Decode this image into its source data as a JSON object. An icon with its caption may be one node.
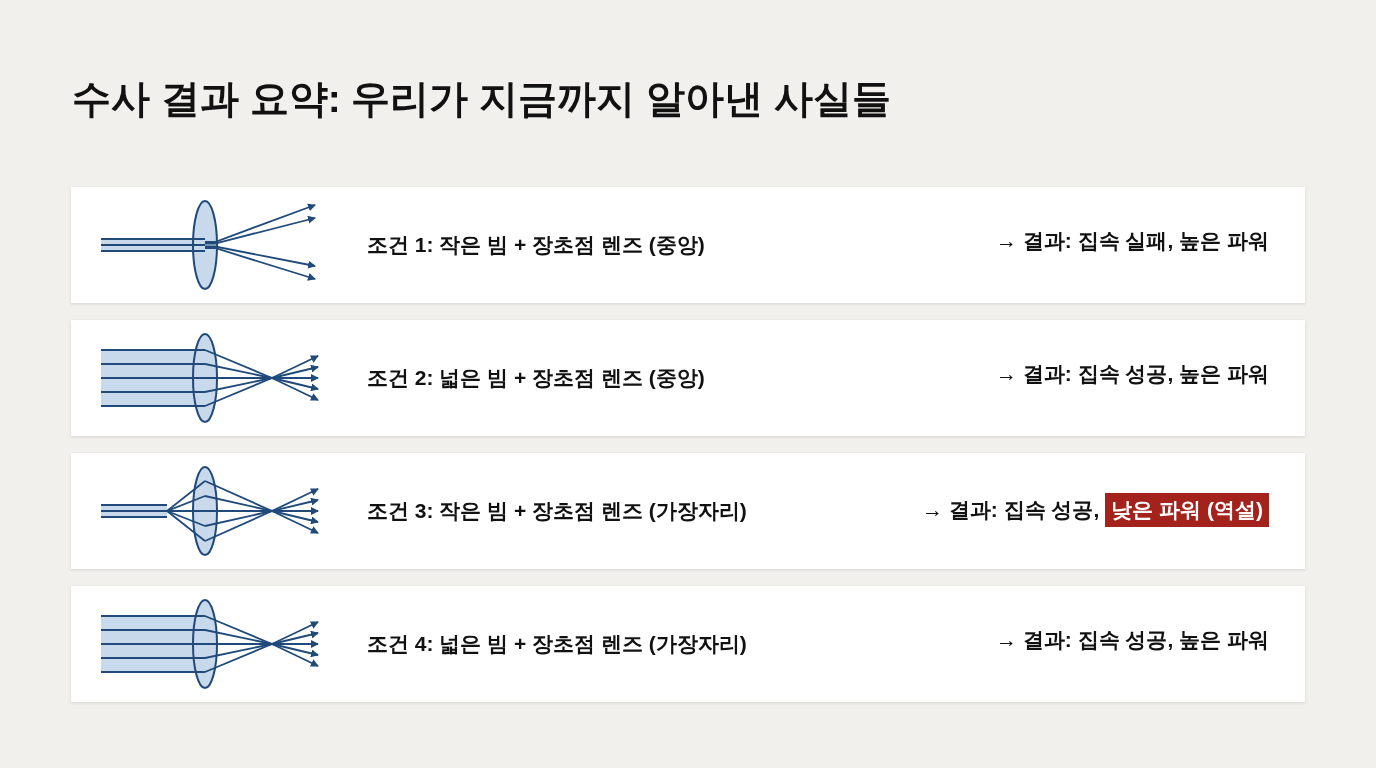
{
  "diagram": {
    "title": "수사 결과 요약: 우리가 지금까지 알아낸 사실들",
    "nodes": [
      {
        "text": [
          "조건 1: 작은 빔 + 장초점 렌즈 (중앙)",
          "→ 결과: 집속 실패, 높은 파워"
        ]
      },
      {
        "text": [
          "조건 2: 넓은 빔 + 장초점 렌즈 (중앙)",
          "→ 결과: 집속 성공, 높은 파워"
        ]
      },
      {
        "text": [
          "조건 3: 작은 빔 + 장초점 렌즈 (가장자리)",
          "→ 결과: 집속 성공,"
        ]
      },
      {
        "text": [
          "조건 4: 넓은 빔 + 장초점 렌즈 (가장자리)",
          "→ 결과: 집속 성공, 높은 파워"
        ]
      },
      {
        "text": [
          "낮은 파워 (역설)"
        ],
        "in": 2
      }
    ]
  }
}
